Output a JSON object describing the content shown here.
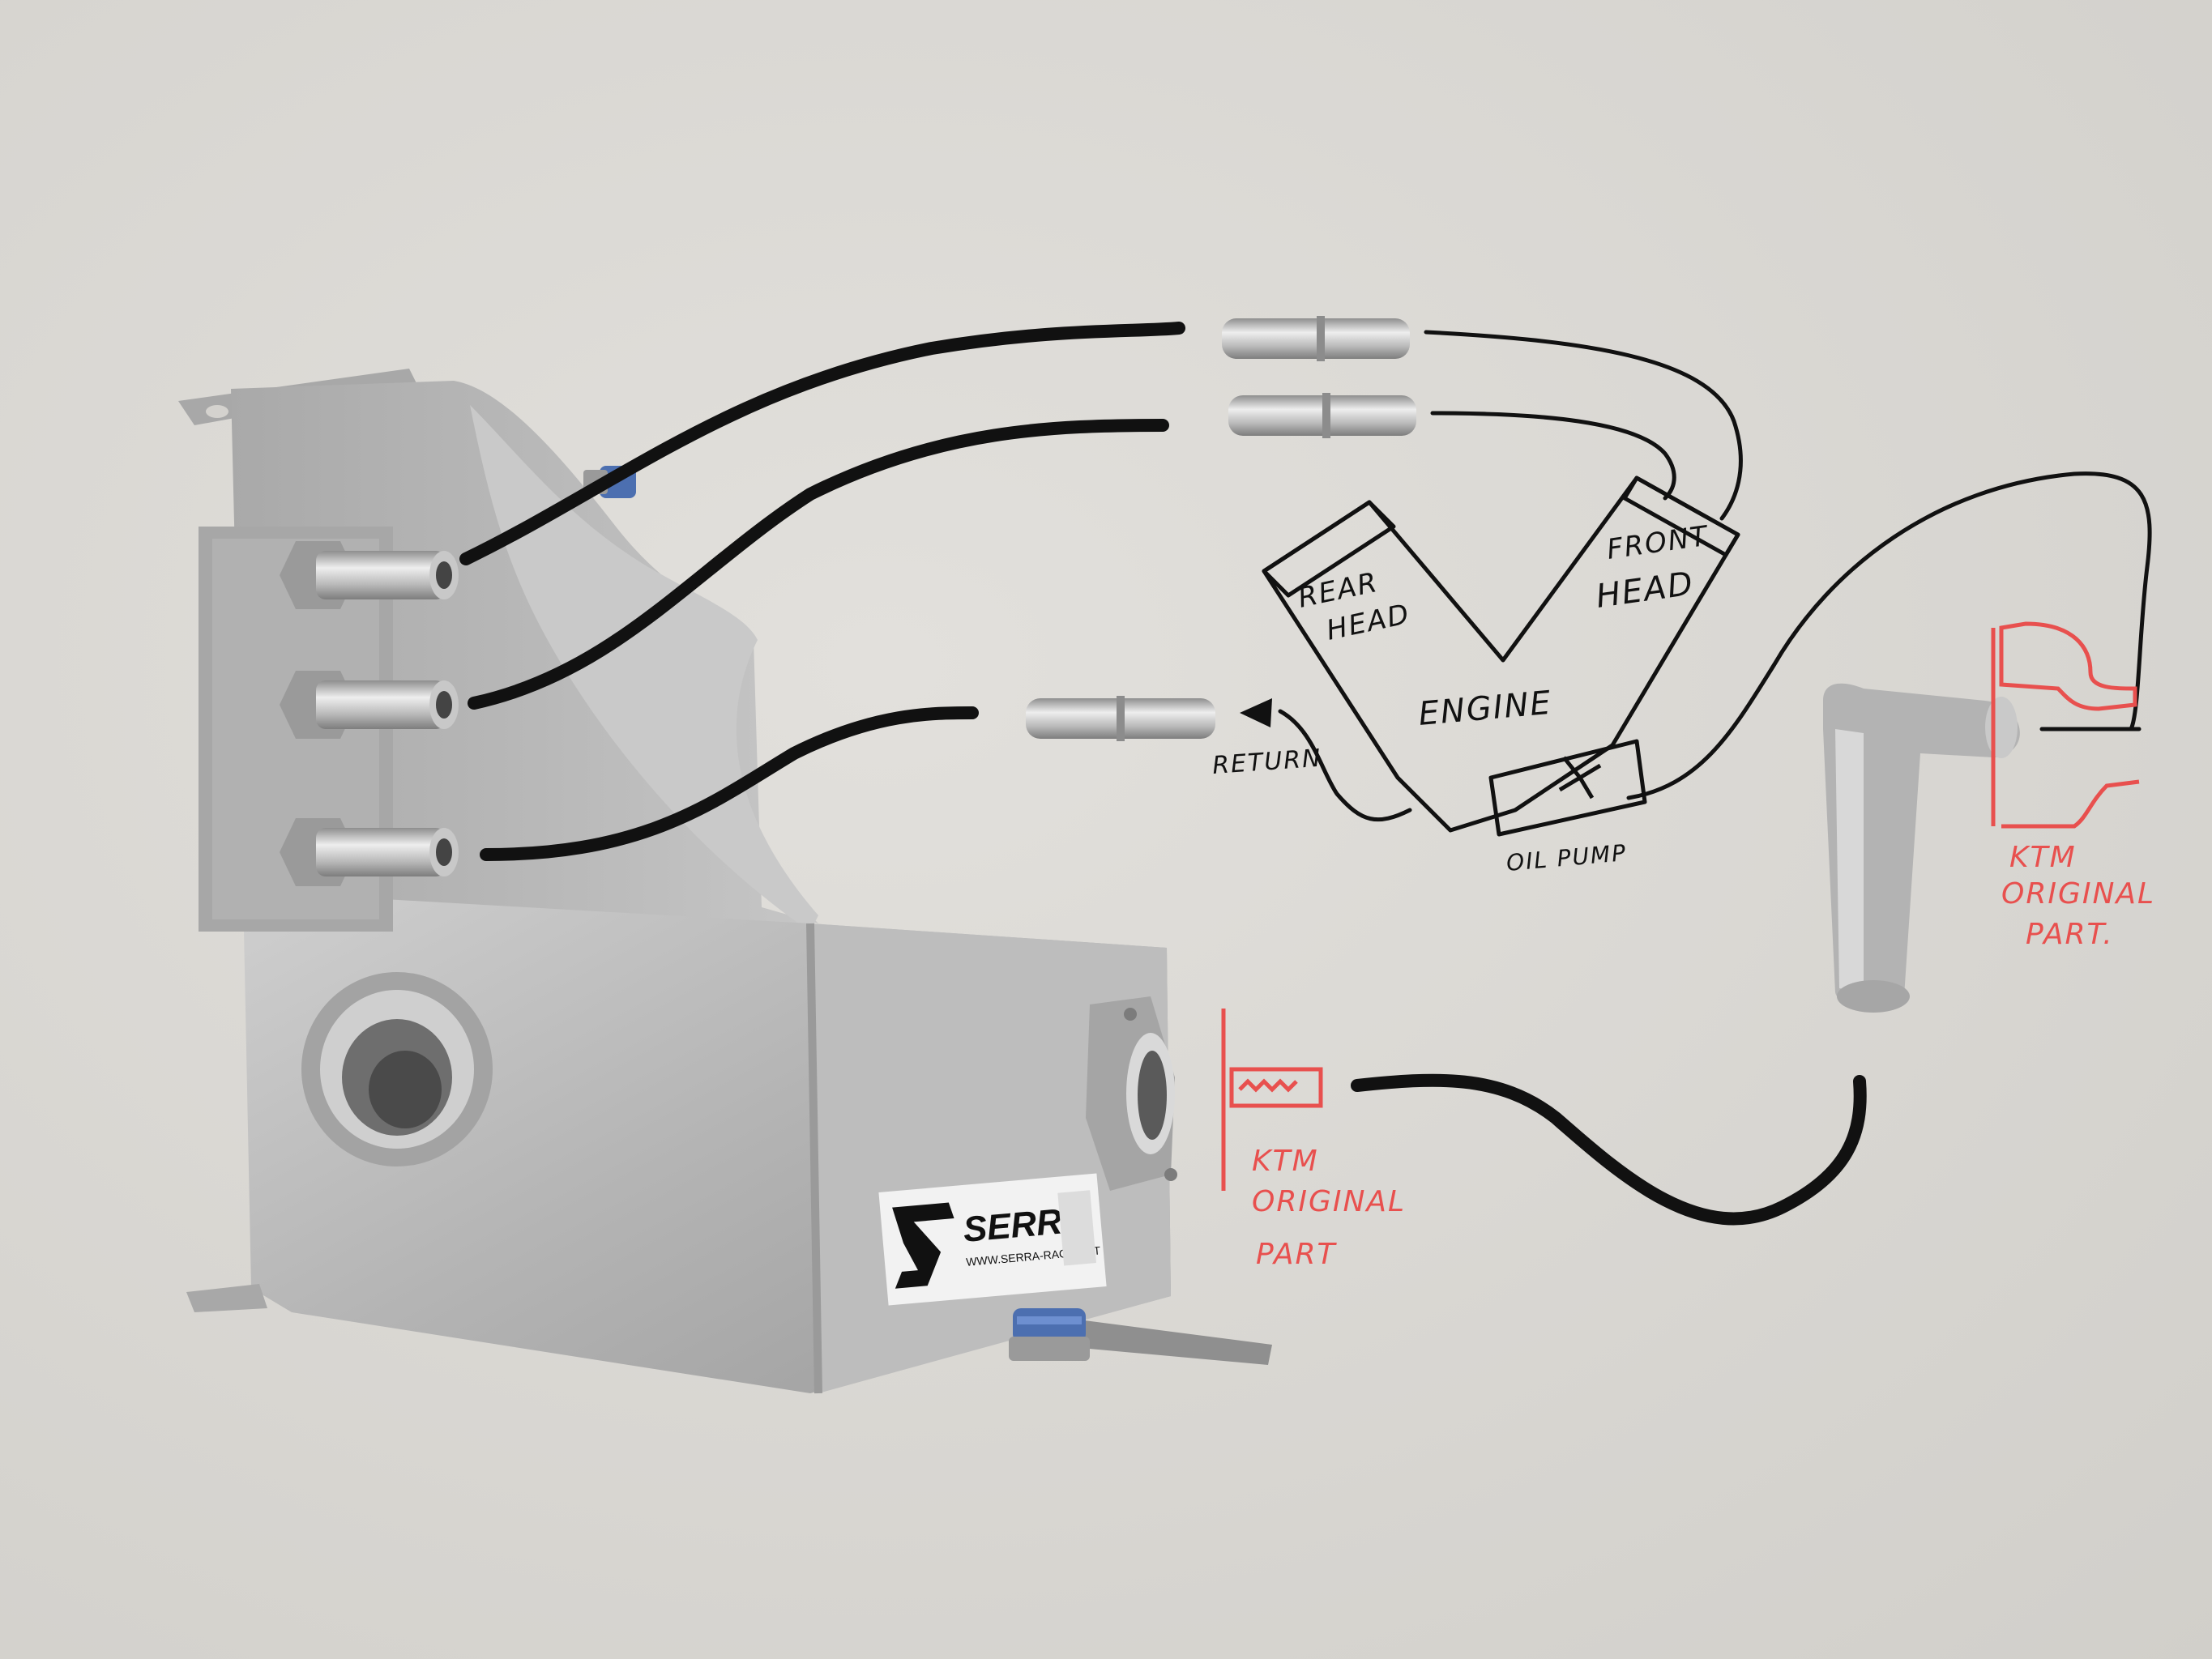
{
  "labels": {
    "rear_head_line1": "REAR",
    "rear_head_line2": "HEAD",
    "front_head_line1": "FRONT",
    "front_head_line2": "HEAD",
    "engine": "ENGINE",
    "oil_pump": "OIL PUMP",
    "return": "RETURN",
    "ktm_top_line1": "KTM",
    "ktm_top_line2": "ORIGINAL",
    "ktm_top_line3": "PART.",
    "ktm_bottom_line1": "KTM",
    "ktm_bottom_line2": "ORIGINAL",
    "ktm_bottom_line3": "PART",
    "brand": "SERRA",
    "brand_url": "WWW.SERRA-RACING.IT"
  },
  "colors": {
    "background": "#dedcd8",
    "aluminium": "#b9b9b9",
    "ink_black": "#111111",
    "ink_red": "#e8504e"
  }
}
